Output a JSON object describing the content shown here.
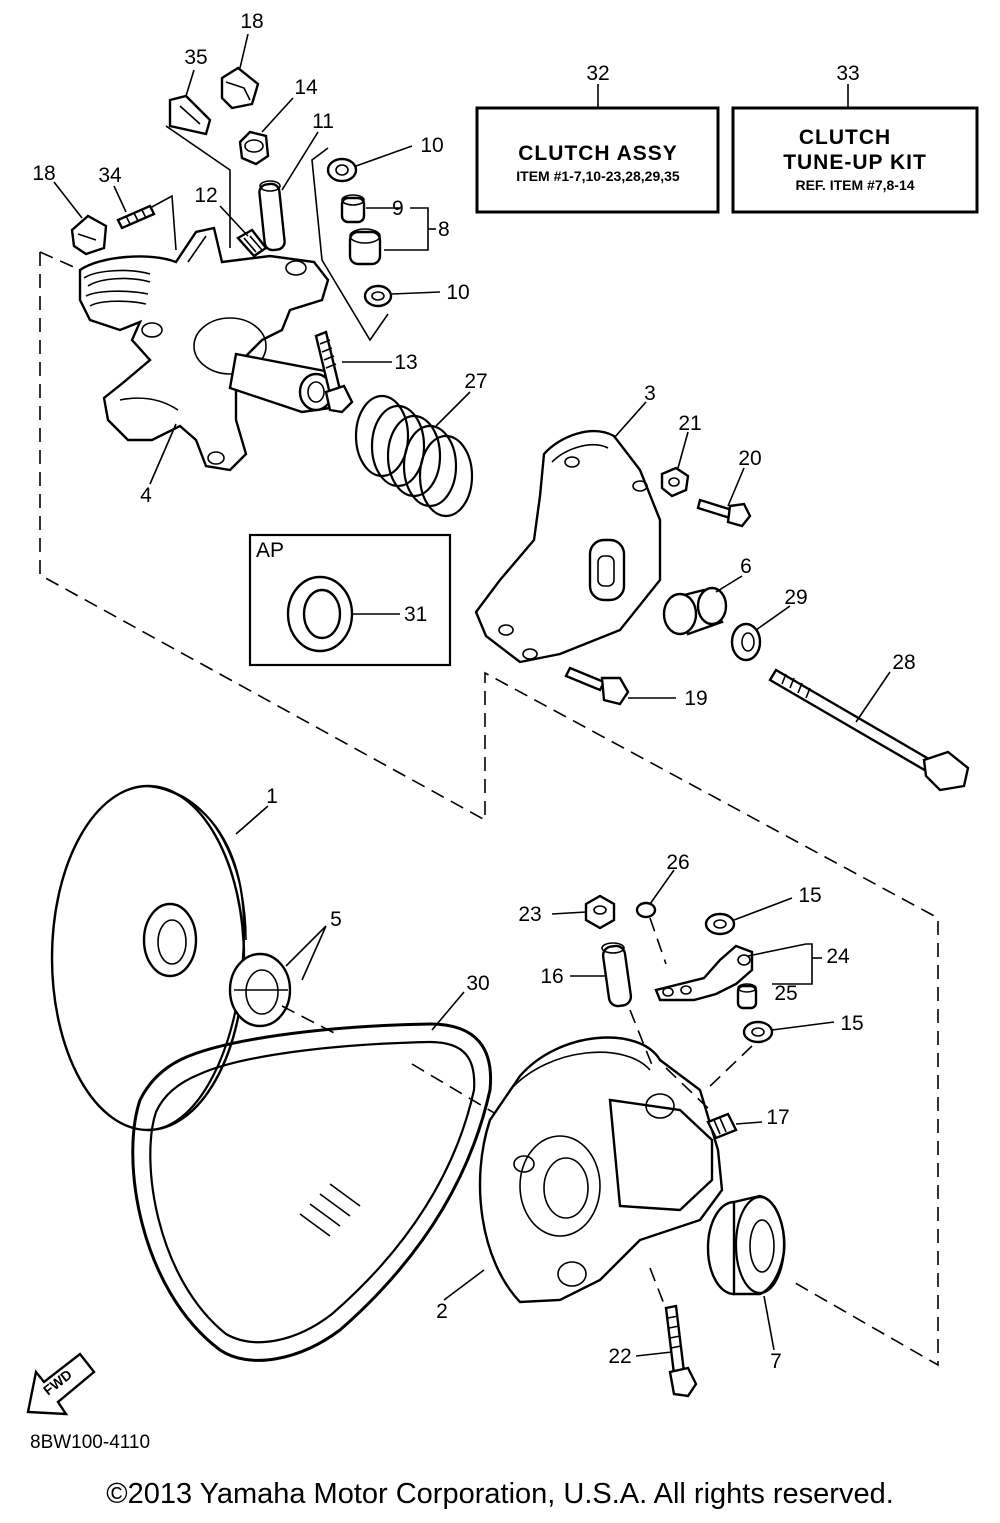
{
  "boxes": {
    "assy": {
      "number": "32",
      "title": "CLUTCH ASSY",
      "subtitle": "ITEM #1-7,10-23,28,29,35"
    },
    "kit": {
      "number": "33",
      "title_line1": "CLUTCH",
      "title_line2": "TUNE-UP KIT",
      "subtitle": "REF. ITEM #7,8-14"
    },
    "ap": {
      "tag": "AP"
    }
  },
  "callouts": {
    "c1": "1",
    "c2": "2",
    "c3": "3",
    "c4": "4",
    "c5": "5",
    "c6": "6",
    "c7": "7",
    "c8": "8",
    "c9": "9",
    "c10a": "10",
    "c10b": "10",
    "c11": "11",
    "c12": "12",
    "c13": "13",
    "c14": "14",
    "c15a": "15",
    "c15b": "15",
    "c16": "16",
    "c17": "17",
    "c18a": "18",
    "c18b": "18",
    "c19": "19",
    "c20": "20",
    "c21": "21",
    "c22": "22",
    "c23": "23",
    "c24": "24",
    "c25": "25",
    "c26": "26",
    "c27": "27",
    "c28": "28",
    "c29": "29",
    "c30": "30",
    "c31": "31",
    "c34": "34",
    "c35": "35"
  },
  "fwd_label": "FWD",
  "ref_code": "8BW100-4110",
  "copyright": "©2013 Yamaha Motor Corporation, U.S.A. All rights reserved."
}
